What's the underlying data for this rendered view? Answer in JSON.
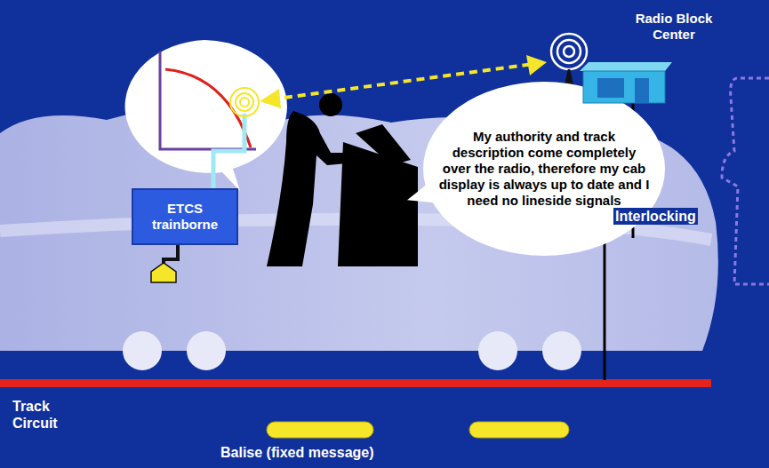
{
  "diagram": {
    "nodes": [
      {
        "text": [
          "ETCS trainborne"
        ]
      },
      {
        "text": [
          "My authority and track description come completely over the radio, therefore my cab display is always up to date and I need no lineside signals"
        ]
      },
      {
        "text": [
          "Radio Block Center"
        ]
      }
    ],
    "labels": [
      "Interlocking",
      "Track Circuit",
      "Balise (fixed message)"
    ]
  }
}
